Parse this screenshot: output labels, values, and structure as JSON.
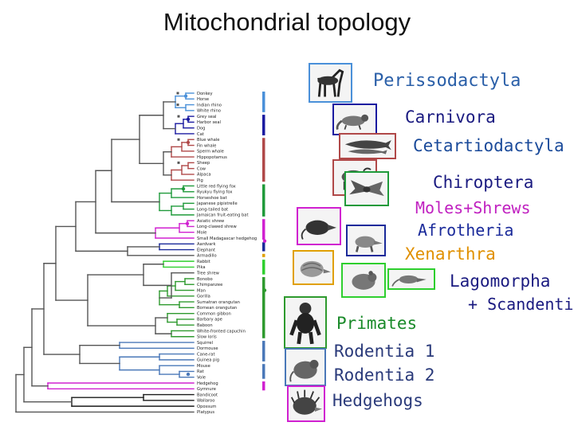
{
  "title": "Mitochondrial topology",
  "taxa": [
    "Donkey",
    "Horse",
    "Indian rhino",
    "White rhino",
    "Grey seal",
    "Harbor seal",
    "Dog",
    "Cat",
    "Blue whale",
    "Fin whale",
    "Sperm whale",
    "Hippopotamus",
    "Sheep",
    "Cow",
    "Alpaca",
    "Pig",
    "Little red flying fox",
    "Ryukyu flying fox",
    "Horseshoe bat",
    "Japanese pipistrelle",
    "Long-tailed bat",
    "Jamaican fruit-eating bat",
    "Asiatic shrew",
    "Long-clawed shrew",
    "Mole",
    "Small Madagascar hedgehog",
    "Aardvark",
    "Elephant",
    "Armadillo",
    "Rabbit",
    "Pika",
    "Tree shrew",
    "Bonobo",
    "Chimpanzee",
    "Man",
    "Gorilla",
    "Sumatran orangutan",
    "Bornean orangutan",
    "Common gibbon",
    "Barbary ape",
    "Baboon",
    "White-fronted capuchin",
    "Slow loris",
    "Squirrel",
    "Dormouse",
    "Cane-rat",
    "Guinea pig",
    "Mouse",
    "Rat",
    "Vole",
    "Hedgehog",
    "Gymnure",
    "Bandicoot",
    "Wallaroo",
    "Opossum",
    "Platypus"
  ],
  "groups": {
    "perissodactyla": "Perissodactyla",
    "carnivora": "Carnivora",
    "cetartiodactyla": "Cetartiodactyla",
    "chiroptera": "Chiroptera",
    "moles_shrews": "Moles+Shrews",
    "afrotheria": "Afrotheria",
    "xenarthra": "Xenarthra",
    "lagomorpha": "Lagomorpha",
    "scandentia": "+ Scandentia",
    "primates": "Primates",
    "rodentia1": "Rodentia 1",
    "rodentia2": "Rodentia 2",
    "hedgehogs": "Hedgehogs"
  },
  "colors": {
    "perissodactyla": "#4a90d9",
    "carnivora": "#1a1aa0",
    "cetartiodactyla": "#b04848",
    "chiroptera": "#1f9a3a",
    "moles_shrews": "#d020d0",
    "afrotheria": "#1a2a9a",
    "xenarthra": "#e0a000",
    "lagomorpha": "#2ecf2e",
    "primates": "#2e9a2e",
    "rodentia": "#4a78b8",
    "hedgehogs": "#d020d0",
    "marsupials": "#1a1a1a",
    "tree_gray": "#555555"
  },
  "photos": [
    "horse-photo",
    "civet-photo",
    "whale-photo",
    "ox-photo",
    "bat-photo",
    "shrew-photo",
    "aardvark-photo",
    "armadillo-photo",
    "pika-photo",
    "tree-shrew-photo",
    "ape-photo",
    "rodent-photo",
    "hedgehog-photo"
  ]
}
